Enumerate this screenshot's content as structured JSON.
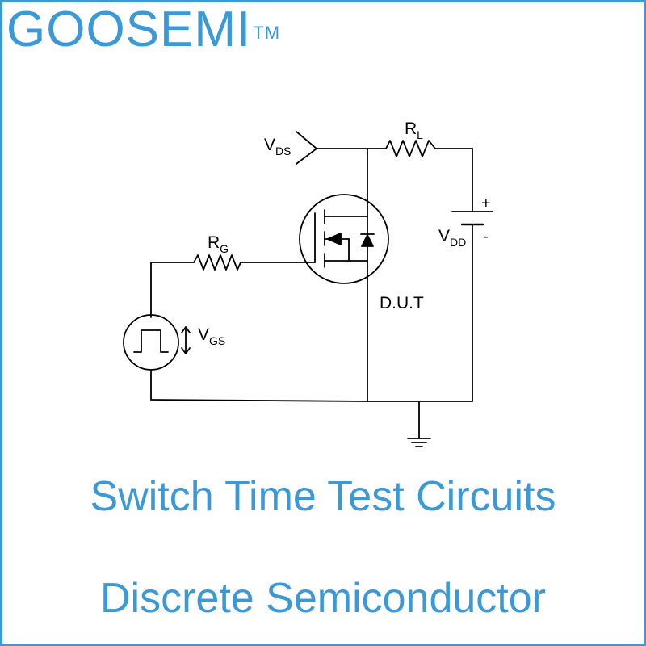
{
  "brand": {
    "name": "GOOSEMI",
    "mark": "TM"
  },
  "diagram": {
    "labels": {
      "vds": {
        "main": "V",
        "sub": "DS"
      },
      "rl": {
        "main": "R",
        "sub": "L"
      },
      "rg": {
        "main": "R",
        "sub": "G"
      },
      "vgs": {
        "main": "V",
        "sub": "GS"
      },
      "vdd": {
        "main": "V",
        "sub": "DD"
      },
      "plus": "+",
      "minus": "-",
      "dut": "D.U.T"
    }
  },
  "captions": {
    "line1": "Switch Time Test Circuits",
    "line2": "Discrete Semiconductor"
  },
  "colors": {
    "brand": "#3b99d8",
    "wire": "#000000",
    "background": "#ffffff"
  }
}
